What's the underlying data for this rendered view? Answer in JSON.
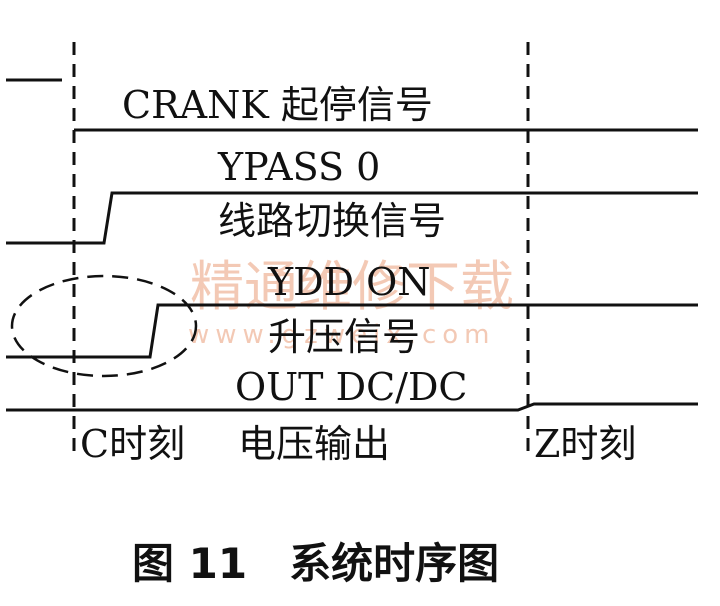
{
  "signals": [
    {
      "label": "CRANK 起停信号"
    },
    {
      "label": "YPASS 0"
    },
    {
      "label": "线路切换信号"
    },
    {
      "label": "YDD ON"
    },
    {
      "label": "升压信号"
    },
    {
      "label": "OUT DC/DC"
    }
  ],
  "markers": {
    "c_label": "C时刻",
    "middle_label": "电压输出",
    "z_label": "Z时刻"
  },
  "caption": "图 11　系统时序图",
  "watermark": {
    "title": "精通维修下载",
    "url": "www.gzweix.com"
  }
}
